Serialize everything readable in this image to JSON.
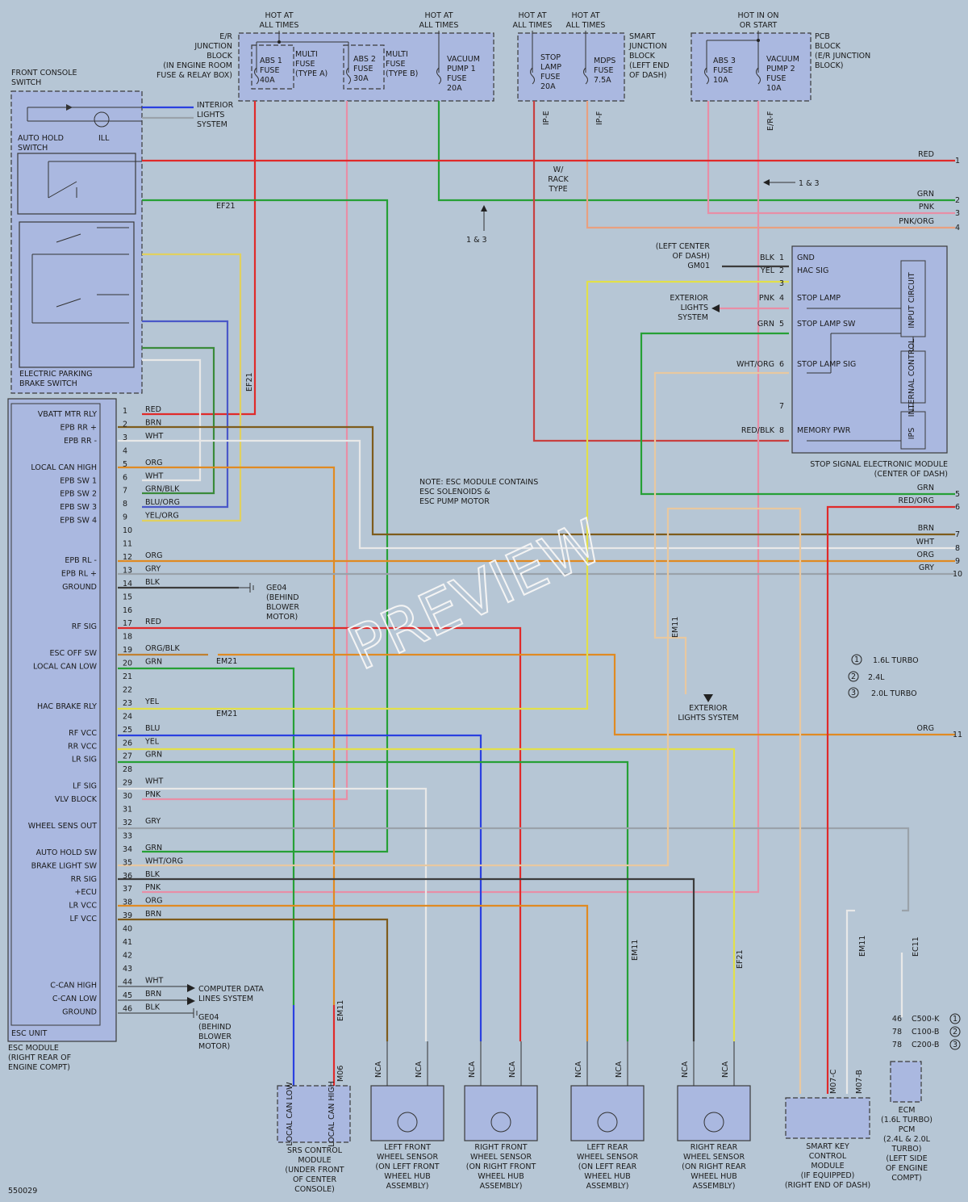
{
  "diagram": {
    "id": "550029",
    "watermark": "PREVIEW",
    "note": [
      "NOTE: ESC MODULE CONTAINS",
      "ESC SOLENOIDS &",
      "ESC PUMP MOTOR"
    ],
    "legend": [
      {
        "n": "1",
        "text": "1.6L TURBO"
      },
      {
        "n": "2",
        "text": "2.4L"
      },
      {
        "n": "3",
        "text": "2.0L TURBO"
      }
    ],
    "refs_1_3": "1 & 3",
    "rack_type": [
      "W/",
      "RACK",
      "TYPE"
    ]
  },
  "power": {
    "er_block": [
      "E/R",
      "JUNCTION",
      "BLOCK",
      "(IN ENGINE ROOM",
      "FUSE & RELAY BOX)"
    ],
    "hot1": [
      "HOT AT",
      "ALL TIMES"
    ],
    "hot2": [
      "HOT AT",
      "ALL TIMES"
    ],
    "hot3": [
      "HOT AT",
      "ALL TIMES"
    ],
    "hot4": [
      "HOT AT",
      "ALL TIMES"
    ],
    "hot5": [
      "HOT IN ON",
      "OR START"
    ],
    "abs1": [
      "ABS 1",
      "FUSE",
      "40A"
    ],
    "multi_a": [
      "MULTI",
      "FUSE",
      "(TYPE A)"
    ],
    "abs2": [
      "ABS 2",
      "FUSE",
      "30A"
    ],
    "multi_b": [
      "MULTI",
      "FUSE",
      "(TYPE B)"
    ],
    "vacuum1": [
      "VACUUM",
      "PUMP 1",
      "FUSE",
      "20A"
    ],
    "smart_block": [
      "SMART",
      "JUNCTION",
      "BLOCK",
      "(LEFT END",
      "OF DASH)"
    ],
    "stop_fuse": [
      "STOP",
      "LAMP",
      "FUSE",
      "20A"
    ],
    "mdps_fuse": [
      "MDPS",
      "FUSE",
      "7.5A"
    ],
    "pcb_block": [
      "PCB",
      "BLOCK",
      "(E/R JUNCTION",
      "BLOCK)"
    ],
    "abs3": [
      "ABS 3",
      "FUSE",
      "10A"
    ],
    "vacuum2": [
      "VACUUM",
      "PUMP 2",
      "FUSE",
      "10A"
    ]
  },
  "left": {
    "console": [
      "FRONT CONSOLE",
      "SWITCH"
    ],
    "autohold": [
      "AUTO HOLD",
      "SWITCH"
    ],
    "ill": "ILL",
    "epb": [
      "ELECTRIC PARKING",
      "BRAKE SWITCH"
    ],
    "interior": [
      "INTERIOR",
      "LIGHTS",
      "SYSTEM"
    ],
    "esc_unit": "ESC UNIT",
    "esc_module": [
      "ESC MODULE",
      "(RIGHT REAR OF",
      "ENGINE COMPT)"
    ],
    "ge04a": [
      "GE04",
      "(BEHIND",
      "BLOWER",
      "MOTOR)"
    ],
    "ge04b": [
      "GE04",
      "(BEHIND",
      "BLOWER",
      "MOTOR)"
    ],
    "computer": [
      "COMPUTER DATA",
      "LINES SYSTEM"
    ]
  },
  "esc_pins": [
    {
      "n": "1",
      "label": "VBATT MTR RLY",
      "color": "RED"
    },
    {
      "n": "2",
      "label": "EPB RR +",
      "color": "BRN"
    },
    {
      "n": "3",
      "label": "EPB RR -",
      "color": "WHT"
    },
    {
      "n": "4",
      "label": "",
      "color": ""
    },
    {
      "n": "5",
      "label": "LOCAL CAN HIGH",
      "color": "ORG"
    },
    {
      "n": "6",
      "label": "EPB SW 1",
      "color": "WHT"
    },
    {
      "n": "7",
      "label": "EPB SW 2",
      "color": "GRN/BLK"
    },
    {
      "n": "8",
      "label": "EPB SW 3",
      "color": "BLU/ORG"
    },
    {
      "n": "9",
      "label": "EPB SW 4",
      "color": "YEL/ORG"
    },
    {
      "n": "10",
      "label": "",
      "color": ""
    },
    {
      "n": "11",
      "label": "",
      "color": ""
    },
    {
      "n": "12",
      "label": "EPB RL -",
      "color": "ORG"
    },
    {
      "n": "13",
      "label": "EPB RL +",
      "color": "GRY"
    },
    {
      "n": "14",
      "label": "GROUND",
      "color": "BLK"
    },
    {
      "n": "15",
      "label": "",
      "color": ""
    },
    {
      "n": "16",
      "label": "",
      "color": ""
    },
    {
      "n": "17",
      "label": "RF SIG",
      "color": "RED"
    },
    {
      "n": "18",
      "label": "",
      "color": ""
    },
    {
      "n": "19",
      "label": "ESC OFF SW",
      "color": "ORG/BLK"
    },
    {
      "n": "20",
      "label": "LOCAL CAN LOW",
      "color": "GRN"
    },
    {
      "n": "21",
      "label": "",
      "color": ""
    },
    {
      "n": "22",
      "label": "",
      "color": ""
    },
    {
      "n": "23",
      "label": "HAC BRAKE RLY",
      "color": "YEL"
    },
    {
      "n": "24",
      "label": "",
      "color": ""
    },
    {
      "n": "25",
      "label": "RF VCC",
      "color": "BLU"
    },
    {
      "n": "26",
      "label": "RR VCC",
      "color": "YEL"
    },
    {
      "n": "27",
      "label": "LR SIG",
      "color": "GRN"
    },
    {
      "n": "28",
      "label": "",
      "color": ""
    },
    {
      "n": "29",
      "label": "LF SIG",
      "color": "WHT"
    },
    {
      "n": "30",
      "label": "VLV BLOCK",
      "color": "PNK"
    },
    {
      "n": "31",
      "label": "",
      "color": ""
    },
    {
      "n": "32",
      "label": "WHEEL SENS OUT",
      "color": "GRY"
    },
    {
      "n": "33",
      "label": "",
      "color": ""
    },
    {
      "n": "34",
      "label": "AUTO HOLD SW",
      "color": "GRN"
    },
    {
      "n": "35",
      "label": "BRAKE LIGHT SW",
      "color": "WHT/ORG"
    },
    {
      "n": "36",
      "label": "RR SIG",
      "color": "BLK"
    },
    {
      "n": "37",
      "label": "+ECU",
      "color": "PNK"
    },
    {
      "n": "38",
      "label": "LR VCC",
      "color": "ORG"
    },
    {
      "n": "39",
      "label": "LF VCC",
      "color": "BRN"
    },
    {
      "n": "40",
      "label": "",
      "color": ""
    },
    {
      "n": "41",
      "label": "",
      "color": ""
    },
    {
      "n": "42",
      "label": "",
      "color": ""
    },
    {
      "n": "43",
      "label": "",
      "color": ""
    },
    {
      "n": "44",
      "label": "C-CAN HIGH",
      "color": "WHT"
    },
    {
      "n": "45",
      "label": "C-CAN LOW",
      "color": "BRN"
    },
    {
      "n": "46",
      "label": "GROUND",
      "color": "BLK"
    }
  ],
  "stop_module": {
    "label": [
      "STOP SIGNAL ELECTRONIC MODULE",
      "(CENTER OF DASH)"
    ],
    "pins": [
      {
        "n": "1",
        "label": "GND",
        "color": "BLK"
      },
      {
        "n": "2",
        "label": "HAC SIG",
        "color": "YEL"
      },
      {
        "n": "3",
        "label": "",
        "color": ""
      },
      {
        "n": "4",
        "label": "STOP LAMP",
        "color": "PNK"
      },
      {
        "n": "5",
        "label": "STOP LAMP SW",
        "color": "GRN"
      },
      {
        "n": "6",
        "label": "STOP LAMP SIG",
        "color": "WHT/ORG"
      },
      {
        "n": "7",
        "label": "",
        "color": ""
      },
      {
        "n": "8",
        "label": "MEMORY PWR",
        "color": "RED/BLK"
      }
    ],
    "input_circuit": "INPUT CIRCUIT",
    "internal_control": "INTERNAL CONTROL",
    "ips": "IPS",
    "gm01": [
      "(LEFT CENTER",
      "OF DASH)",
      "GM01"
    ],
    "ext_lights": [
      "EXTERIOR",
      "LIGHTS",
      "SYSTEM"
    ],
    "ext_lights2": [
      "EXTERIOR",
      "LIGHTS SYSTEM"
    ]
  },
  "right_edge": [
    {
      "n": "1",
      "color": "RED"
    },
    {
      "n": "2",
      "color": "GRN"
    },
    {
      "n": "3",
      "color": "PNK"
    },
    {
      "n": "4",
      "color": "PNK/ORG"
    },
    {
      "n": "5",
      "color": "GRN"
    },
    {
      "n": "6",
      "color": "RED/ORG"
    },
    {
      "n": "7",
      "color": "BRN"
    },
    {
      "n": "8",
      "color": "WHT"
    },
    {
      "n": "9",
      "color": "ORG"
    },
    {
      "n": "10",
      "color": "GRY"
    },
    {
      "n": "11",
      "color": "ORG"
    }
  ],
  "bottom": {
    "srs": [
      "SRS CONTROL",
      "MODULE",
      "(UNDER FRONT",
      "OF CENTER",
      "CONSOLE)"
    ],
    "local_can_low": "LOCAL CAN LOW",
    "local_can_high": "LOCAL CAN HIGH",
    "lf_sensor": [
      "LEFT FRONT",
      "WHEEL SENSOR",
      "(ON LEFT FRONT",
      "WHEEL HUB",
      "ASSEMBLY)"
    ],
    "rf_sensor": [
      "RIGHT FRONT",
      "WHEEL SENSOR",
      "(ON RIGHT FRONT",
      "WHEEL HUB",
      "ASSEMBLY)"
    ],
    "lr_sensor": [
      "LEFT REAR",
      "WHEEL SENSOR",
      "(ON LEFT REAR",
      "WHEEL HUB",
      "ASSEMBLY)"
    ],
    "rr_sensor": [
      "RIGHT REAR",
      "WHEEL SENSOR",
      "(ON RIGHT REAR",
      "WHEEL HUB",
      "ASSEMBLY)"
    ],
    "smart_key": [
      "SMART KEY",
      "CONTROL",
      "MODULE",
      "(IF EQUIPPED)",
      "(RIGHT END OF DASH)"
    ],
    "ecm": [
      "ECM",
      "(1.6L TURBO)",
      "PCM",
      "(2.4L & 2.0L",
      "TURBO)",
      "(LEFT SIDE",
      "OF ENGINE",
      "COMPT)"
    ],
    "ecm_conn": [
      {
        "pin": "46",
        "conn": "C500-K",
        "ref": "1"
      },
      {
        "pin": "78",
        "conn": "C100-B",
        "ref": "2"
      },
      {
        "pin": "78",
        "conn": "C200-B",
        "ref": "3"
      }
    ],
    "nca": "NCA"
  },
  "connectors": {
    "ef21": "EF21",
    "em21": "EM21",
    "em11": "EM11",
    "ec11": "EC11",
    "m06": "M06",
    "m07c": "M07-C",
    "m07b": "M07-B",
    "ipe": "IP-E",
    "ipf": "IP-F",
    "erf": "E/R-F"
  }
}
